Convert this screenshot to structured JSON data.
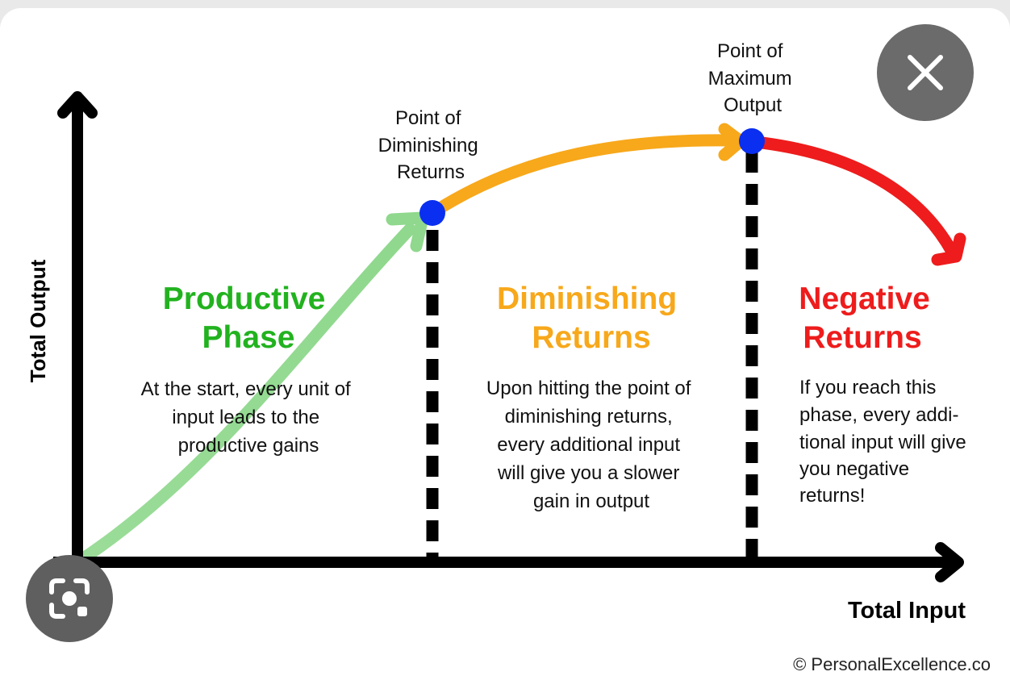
{
  "axes": {
    "y_label": "Total Output",
    "x_label": "Total Input"
  },
  "points": {
    "diminishing": [
      "Point of",
      "Diminishing",
      "Returns"
    ],
    "maximum": [
      "Point of",
      "Maximum",
      "Output"
    ]
  },
  "phases": {
    "productive": {
      "title": [
        "Productive",
        "Phase"
      ],
      "body": [
        "At the start, every unit of",
        "input leads to the",
        "productive gains"
      ],
      "color": "#22b21f",
      "curve_color": "#8fd88d"
    },
    "diminishing": {
      "title": [
        "Diminishing",
        "Returns"
      ],
      "body": [
        "Upon hitting the point of",
        "diminishing returns,",
        "every additional input",
        "will give you a slower",
        "gain in output"
      ],
      "color": "#f7a81b",
      "curve_color": "#f7a81b"
    },
    "negative": {
      "title": [
        "Negative",
        "Returns"
      ],
      "body": [
        "If you reach this",
        "phase, every addi-",
        "tional input will give",
        "you negative",
        "returns!"
      ],
      "color": "#ee1c1c",
      "curve_color": "#ee1c1c"
    }
  },
  "copyright": "© PersonalExcellence.co",
  "colors": {
    "point_marker": "#0a2ff0",
    "axis": "#000000"
  },
  "icons": {
    "close": "close-icon",
    "lens": "lens-icon"
  }
}
